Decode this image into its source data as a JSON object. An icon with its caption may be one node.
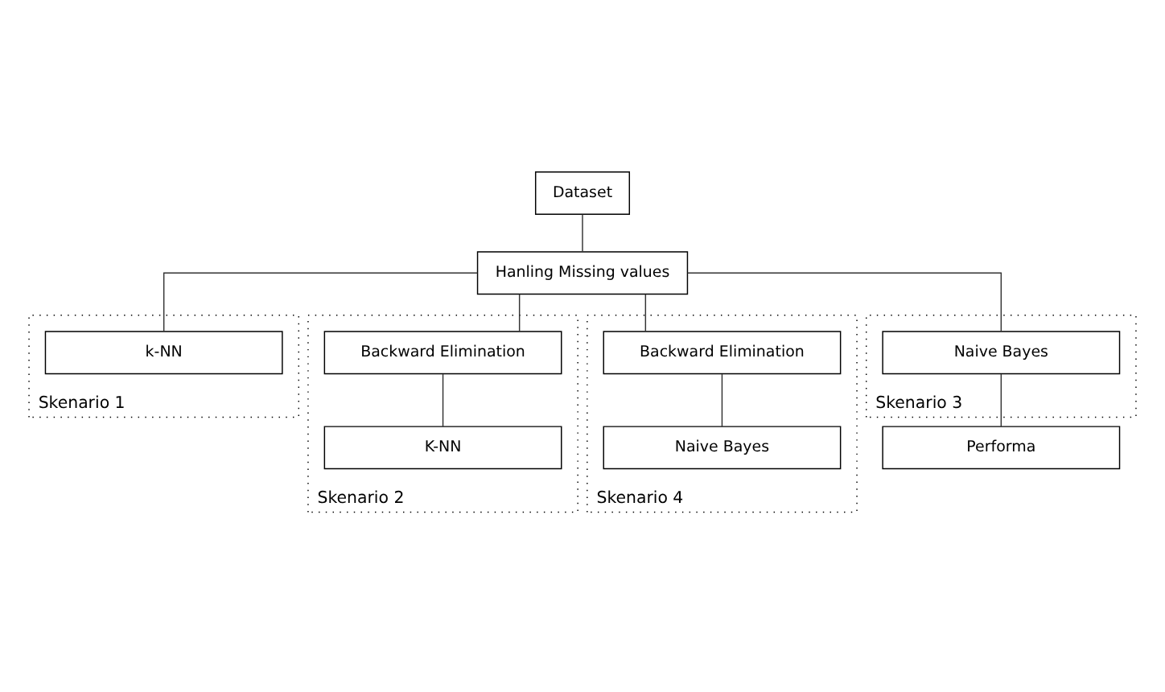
{
  "diagram": {
    "nodes": [
      {
        "text": [
          "Dataset"
        ]
      },
      {
        "text": [
          "Hanling Missing values"
        ]
      },
      {
        "text": [
          "Skenario 1"
        ]
      },
      {
        "text": [
          "k-NN"
        ],
        "in": 2
      },
      {
        "text": [
          "Skenario 2"
        ]
      },
      {
        "text": [
          "Backward Elimination"
        ],
        "in": 4
      },
      {
        "text": [
          "K-NN"
        ],
        "in": 4
      },
      {
        "text": [
          "Skenario 3"
        ]
      },
      {
        "text": [
          "Naive Bayes"
        ],
        "in": 7
      },
      {
        "text": [
          "Skenario 4"
        ]
      },
      {
        "text": [
          "Backward Elimination"
        ],
        "in": 9
      },
      {
        "text": [
          "Naive Bayes"
        ],
        "in": 9
      },
      {
        "text": [
          "Performa"
        ]
      }
    ],
    "edges": [
      {
        "from": 0,
        "to": 1,
        "arrow": "none"
      },
      {
        "from": 1,
        "to": 3,
        "arrow": "none"
      },
      {
        "from": 1,
        "to": 5,
        "arrow": "none"
      },
      {
        "from": 1,
        "to": 8,
        "arrow": "none"
      },
      {
        "from": 1,
        "to": 10,
        "arrow": "none"
      },
      {
        "from": 5,
        "to": 6,
        "arrow": "none"
      },
      {
        "from": 10,
        "to": 11,
        "arrow": "none"
      },
      {
        "from": 8,
        "to": 12,
        "arrow": "none"
      }
    ]
  }
}
